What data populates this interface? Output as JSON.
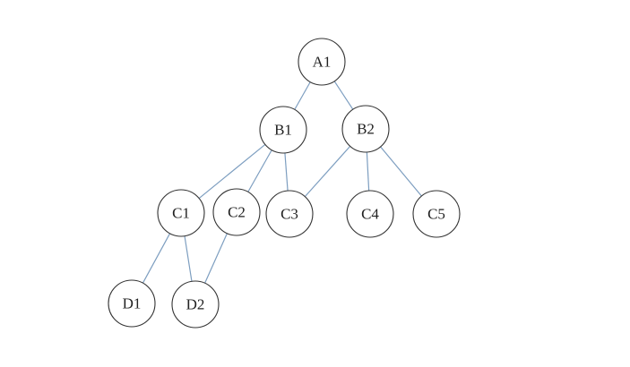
{
  "diagram": {
    "nodes": [
      {
        "id": "A1",
        "label": "A1"
      },
      {
        "id": "B1",
        "label": "B1"
      },
      {
        "id": "B2",
        "label": "B2"
      },
      {
        "id": "C1",
        "label": "C1"
      },
      {
        "id": "C2",
        "label": "C2"
      },
      {
        "id": "C3",
        "label": "C3"
      },
      {
        "id": "C4",
        "label": "C4"
      },
      {
        "id": "C5",
        "label": "C5"
      },
      {
        "id": "D1",
        "label": "D1"
      },
      {
        "id": "D2",
        "label": "D2"
      }
    ],
    "edges": [
      {
        "from": "A1",
        "to": "B1"
      },
      {
        "from": "A1",
        "to": "B2"
      },
      {
        "from": "B1",
        "to": "C1"
      },
      {
        "from": "B1",
        "to": "C2"
      },
      {
        "from": "B1",
        "to": "C3"
      },
      {
        "from": "B2",
        "to": "C3"
      },
      {
        "from": "B2",
        "to": "C4"
      },
      {
        "from": "B2",
        "to": "C5"
      },
      {
        "from": "C1",
        "to": "D1"
      },
      {
        "from": "C1",
        "to": "D2"
      },
      {
        "from": "C2",
        "to": "D2"
      }
    ],
    "edge_color": "#7d9ec0",
    "node_stroke_color": "#333333"
  }
}
